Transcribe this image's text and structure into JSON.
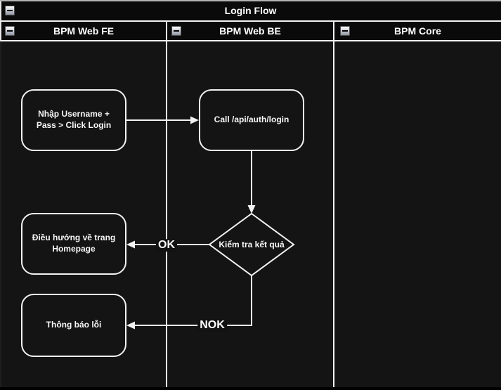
{
  "pool": {
    "title": "Login Flow",
    "lanes": [
      {
        "title": "BPM Web FE"
      },
      {
        "title": "BPM Web BE"
      },
      {
        "title": "BPM Core"
      }
    ]
  },
  "nodes": {
    "input_login": {
      "label": "Nhập Username +\nPass > Click Login"
    },
    "call_api": {
      "label": "Call /api/auth/login"
    },
    "check_result": {
      "label": "Kiểm tra kết quả"
    },
    "navigate_home": {
      "label": "Điều hướng về trang\nHomepage"
    },
    "error_message": {
      "label": "Thông báo lỗi"
    }
  },
  "edges": {
    "ok_label": "OK",
    "nok_label": "NOK"
  },
  "icons": {
    "collapse": "minus-icon"
  },
  "colors": {
    "canvas_bg": "#141414",
    "bar_bg": "#0a0a0a",
    "stroke": "#f2f2f2",
    "text": "#ffffff",
    "top_edge": "#b3b3b3",
    "button_gradient_bottom": "#8e95a3"
  }
}
